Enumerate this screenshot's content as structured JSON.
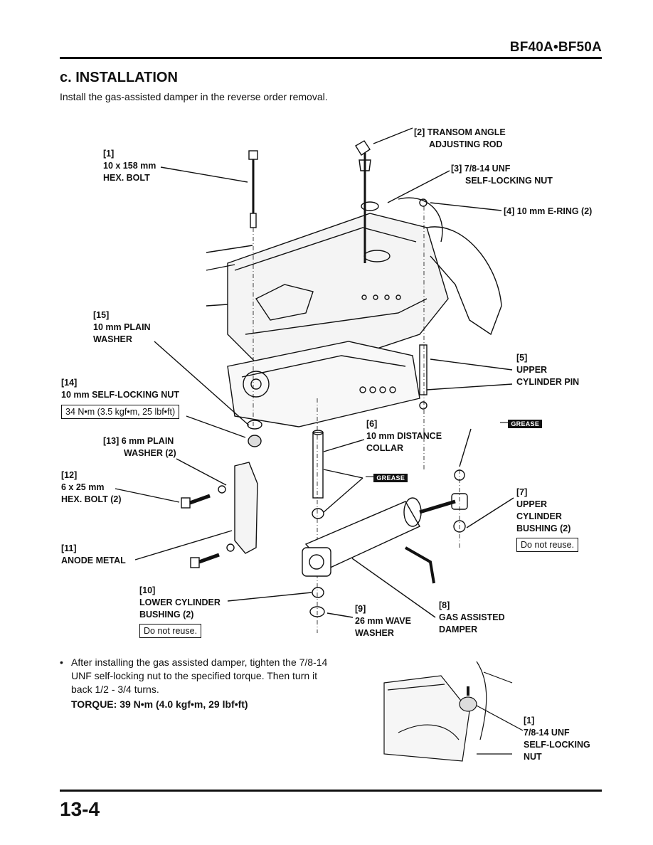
{
  "header": {
    "model": "BF40A•BF50A"
  },
  "section": {
    "title": "c. INSTALLATION",
    "intro": "Install the gas-assisted damper in the reverse order removal."
  },
  "labels": {
    "l1": {
      "num": "[1]",
      "text1": "10 x 158 mm",
      "text2": "HEX. BOLT"
    },
    "l2": {
      "text1": "[2] TRANSOM ANGLE",
      "text2": "ADJUSTING ROD"
    },
    "l3": {
      "text1": "[3] 7/8-14 UNF",
      "text2": "SELF-LOCKING NUT"
    },
    "l4": {
      "text1": "[4] 10 mm E-RING (2)"
    },
    "l5": {
      "num": "[5]",
      "text1": "UPPER",
      "text2": "CYLINDER PIN"
    },
    "l6": {
      "num": "[6]",
      "text1": "10 mm DISTANCE",
      "text2": "COLLAR"
    },
    "l7": {
      "num": "[7]",
      "text1": "UPPER",
      "text2": "CYLINDER",
      "text3": "BUSHING (2)",
      "note": "Do not reuse."
    },
    "l8": {
      "num": "[8]",
      "text1": "GAS ASSISTED",
      "text2": "DAMPER"
    },
    "l9": {
      "num": "[9]",
      "text1": "26 mm WAVE",
      "text2": "WASHER"
    },
    "l10": {
      "num": "[10]",
      "text1": "LOWER CYLINDER",
      "text2": "BUSHING (2)",
      "note": "Do not reuse."
    },
    "l11": {
      "num": "[11]",
      "text1": "ANODE METAL"
    },
    "l12": {
      "num": "[12]",
      "text1": "6 x 25 mm",
      "text2": "HEX. BOLT (2)"
    },
    "l13": {
      "text1": "[13] 6 mm PLAIN",
      "text2": "WASHER (2)"
    },
    "l14": {
      "num": "[14]",
      "text1": "10 mm SELF-LOCKING NUT",
      "torque": "34 N•m (3.5 kgf•m, 25 lbf•ft)"
    },
    "l15": {
      "num": "[15]",
      "text1": "10 mm PLAIN",
      "text2": "WASHER"
    }
  },
  "grease": {
    "label": "GREASE"
  },
  "note": {
    "bullet": "•",
    "text": "After installing the gas assisted damper, tighten the 7/8-14 UNF self-locking nut to the specified torque. Then turn it back 1/2 - 3/4 turns.",
    "torque": "TORQUE: 39 N•m (4.0 kgf•m, 29 lbf•ft)"
  },
  "inset": {
    "num": "[1]",
    "text1": "7/8-14 UNF",
    "text2": "SELF-LOCKING",
    "text3": "NUT"
  },
  "footer": {
    "page": "13-4"
  }
}
